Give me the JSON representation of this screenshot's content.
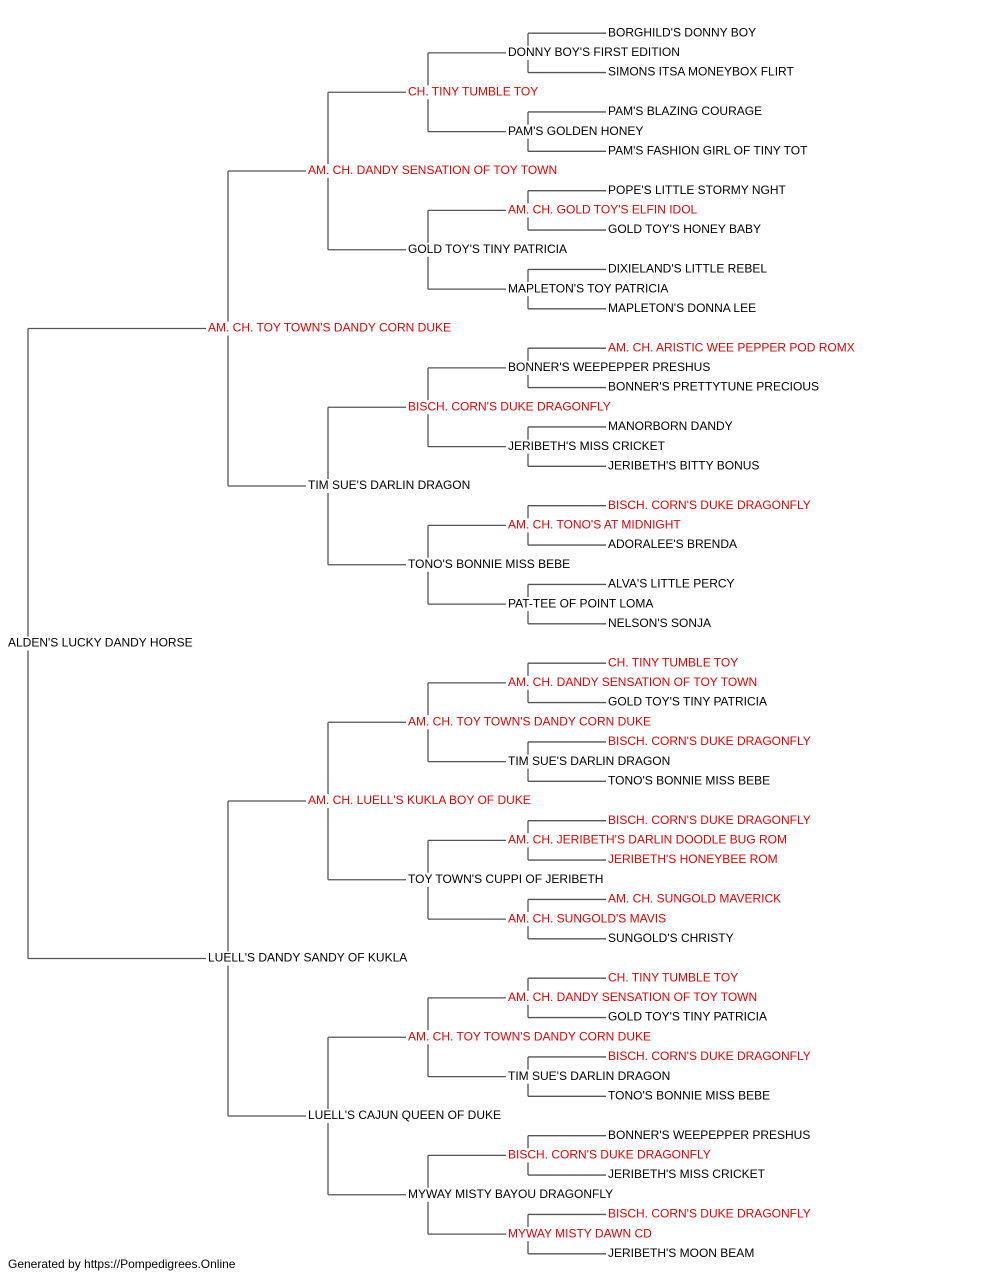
{
  "colors": {
    "champion": "#e60000",
    "normal": "#000000",
    "line": "#555555"
  },
  "pedigree": {
    "name": "ALDEN'S LUCKY DANDY HORSE",
    "champion": false,
    "sire": {
      "name": "AM. CH. TOY TOWN'S DANDY CORN DUKE",
      "champion": true,
      "sire": {
        "name": "AM. CH. DANDY SENSATION OF TOY TOWN",
        "champion": true,
        "sire": {
          "name": "CH. TINY TUMBLE TOY",
          "champion": true,
          "sire": {
            "name": "DONNY BOY'S FIRST EDITION",
            "champion": false,
            "sire": {
              "name": "BORGHILD'S DONNY BOY",
              "champion": false
            },
            "dam": {
              "name": "SIMONS ITSA MONEYBOX FLIRT",
              "champion": false
            }
          },
          "dam": {
            "name": "PAM'S GOLDEN HONEY",
            "champion": false,
            "sire": {
              "name": "PAM'S BLAZING COURAGE",
              "champion": false
            },
            "dam": {
              "name": "PAM'S FASHION GIRL OF TINY TOT",
              "champion": false
            }
          }
        },
        "dam": {
          "name": "GOLD TOY'S TINY PATRICIA",
          "champion": false,
          "sire": {
            "name": "AM. CH. GOLD TOY'S ELFIN IDOL",
            "champion": true,
            "sire": {
              "name": "POPE'S LITTLE STORMY NGHT",
              "champion": false
            },
            "dam": {
              "name": "GOLD TOY'S HONEY BABY",
              "champion": false
            }
          },
          "dam": {
            "name": "MAPLETON'S TOY PATRICIA",
            "champion": false,
            "sire": {
              "name": "DIXIELAND'S LITTLE REBEL",
              "champion": false
            },
            "dam": {
              "name": "MAPLETON'S DONNA LEE",
              "champion": false
            }
          }
        }
      },
      "dam": {
        "name": "TIM SUE'S DARLIN DRAGON",
        "champion": false,
        "sire": {
          "name": "BISCH. CORN'S DUKE DRAGONFLY",
          "champion": true,
          "sire": {
            "name": "BONNER'S WEEPEPPER PRESHUS",
            "champion": false,
            "sire": {
              "name": "AM. CH. ARISTIC WEE PEPPER POD ROMX",
              "champion": true
            },
            "dam": {
              "name": "BONNER'S PRETTYTUNE PRECIOUS",
              "champion": false
            }
          },
          "dam": {
            "name": "JERIBETH'S MISS CRICKET",
            "champion": false,
            "sire": {
              "name": "MANORBORN DANDY",
              "champion": false
            },
            "dam": {
              "name": "JERIBETH'S BITTY BONUS",
              "champion": false
            }
          }
        },
        "dam": {
          "name": "TONO'S BONNIE MISS BEBE",
          "champion": false,
          "sire": {
            "name": "AM. CH. TONO'S AT MIDNIGHT",
            "champion": true,
            "sire": {
              "name": "BISCH. CORN'S DUKE DRAGONFLY",
              "champion": true
            },
            "dam": {
              "name": "ADORALEE'S BRENDA",
              "champion": false
            }
          },
          "dam": {
            "name": "PAT-TEE OF POINT LOMA",
            "champion": false,
            "sire": {
              "name": "ALVA'S LITTLE PERCY",
              "champion": false
            },
            "dam": {
              "name": "NELSON'S SONJA",
              "champion": false
            }
          }
        }
      }
    },
    "dam": {
      "name": "LUELL'S DANDY SANDY OF KUKLA",
      "champion": false,
      "sire": {
        "name": "AM. CH. LUELL'S KUKLA BOY OF DUKE",
        "champion": true,
        "sire": {
          "name": "AM. CH. TOY TOWN'S DANDY CORN DUKE",
          "champion": true,
          "sire": {
            "name": "AM. CH. DANDY SENSATION OF TOY TOWN",
            "champion": true,
            "sire": {
              "name": "CH. TINY TUMBLE TOY",
              "champion": true
            },
            "dam": {
              "name": "GOLD TOY'S TINY PATRICIA",
              "champion": false
            }
          },
          "dam": {
            "name": "TIM SUE'S DARLIN DRAGON",
            "champion": false,
            "sire": {
              "name": "BISCH. CORN'S DUKE DRAGONFLY",
              "champion": true
            },
            "dam": {
              "name": "TONO'S BONNIE MISS BEBE",
              "champion": false
            }
          }
        },
        "dam": {
          "name": "TOY TOWN'S CUPPI OF JERIBETH",
          "champion": false,
          "sire": {
            "name": "AM. CH. JERIBETH'S DARLIN DOODLE BUG ROM",
            "champion": true,
            "sire": {
              "name": "BISCH. CORN'S DUKE DRAGONFLY",
              "champion": true
            },
            "dam": {
              "name": "JERIBETH'S HONEYBEE ROM",
              "champion": true
            }
          },
          "dam": {
            "name": "AM. CH. SUNGOLD'S MAVIS",
            "champion": true,
            "sire": {
              "name": "AM. CH. SUNGOLD MAVERICK",
              "champion": true
            },
            "dam": {
              "name": "SUNGOLD'S CHRISTY",
              "champion": false
            }
          }
        }
      },
      "dam": {
        "name": "LUELL'S CAJUN QUEEN OF DUKE",
        "champion": false,
        "sire": {
          "name": "AM. CH. TOY TOWN'S DANDY CORN DUKE",
          "champion": true,
          "sire": {
            "name": "AM. CH. DANDY SENSATION OF TOY TOWN",
            "champion": true,
            "sire": {
              "name": "CH. TINY TUMBLE TOY",
              "champion": true
            },
            "dam": {
              "name": "GOLD TOY'S TINY PATRICIA",
              "champion": false
            }
          },
          "dam": {
            "name": "TIM SUE'S DARLIN DRAGON",
            "champion": false,
            "sire": {
              "name": "BISCH. CORN'S DUKE DRAGONFLY",
              "champion": true
            },
            "dam": {
              "name": "TONO'S BONNIE MISS BEBE",
              "champion": false
            }
          }
        },
        "dam": {
          "name": "MYWAY MISTY BAYOU DRAGONFLY",
          "champion": false,
          "sire": {
            "name": "BISCH. CORN'S DUKE DRAGONFLY",
            "champion": true,
            "sire": {
              "name": "BONNER'S WEEPEPPER PRESHUS",
              "champion": false
            },
            "dam": {
              "name": "JERIBETH'S MISS CRICKET",
              "champion": false
            }
          },
          "dam": {
            "name": "MYWAY MISTY DAWN CD",
            "champion": true,
            "sire": {
              "name": "BISCH. CORN'S DUKE DRAGONFLY",
              "champion": true
            },
            "dam": {
              "name": "JERIBETH'S MOON BEAM",
              "champion": false
            }
          }
        }
      }
    }
  },
  "footer": {
    "text": "Generated by https://Pompedigrees.Online"
  }
}
